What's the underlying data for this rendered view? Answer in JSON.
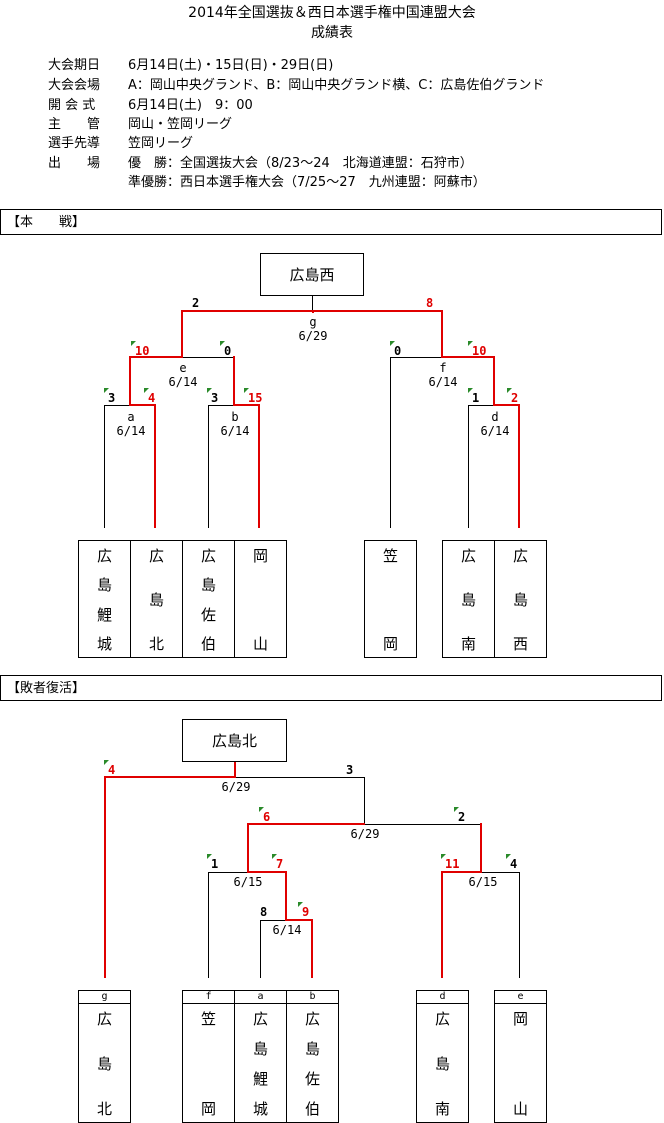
{
  "header": {
    "title": "2014年全国選抜＆西日本選手権中国連盟大会",
    "subtitle": "成績表"
  },
  "info": [
    {
      "label": "大会期日",
      "value": "6月14日(土)・15日(日)・29日(日)"
    },
    {
      "label": "大会会場",
      "value": "A：岡山中央グランド、B：岡山中央グランド横、C：広島佐伯グランド"
    },
    {
      "label": "開 会 式",
      "value": "6月14日(土)　9：00"
    },
    {
      "label": "主　　管",
      "value": "岡山・笠岡リーグ"
    },
    {
      "label": "選手先導",
      "value": "笠岡リーグ"
    },
    {
      "label": "出　　場",
      "value": "優　勝：全国選抜大会（8/23～24　北海道連盟：石狩市）"
    },
    {
      "label": "",
      "value": "準優勝：西日本選手権大会（7/25～27　九州連盟：阿蘇市）"
    }
  ],
  "main": {
    "section_label": "【本　　戦】",
    "champion": "広島西",
    "teams": [
      "広島鯉城",
      "広島北",
      "広島佐伯",
      "岡山",
      "笠岡",
      "広島南",
      "広島西"
    ],
    "matches": [
      {
        "id": "a",
        "date": "6/14",
        "left_score": "3",
        "right_score": "4"
      },
      {
        "id": "b",
        "date": "6/14",
        "left_score": "3",
        "right_score": "15"
      },
      {
        "id": "d",
        "date": "6/14",
        "left_score": "1",
        "right_score": "2"
      },
      {
        "id": "e",
        "date": "6/14",
        "left_score": "10",
        "right_score": "0"
      },
      {
        "id": "f",
        "date": "6/14",
        "left_score": "0",
        "right_score": "10"
      },
      {
        "id": "g",
        "date": "6/29",
        "left_score": "2",
        "right_score": "8"
      }
    ]
  },
  "losers": {
    "section_label": "【敗者復活】",
    "champion": "広島北",
    "teams": [
      {
        "slot": "g",
        "name": "広島北"
      },
      {
        "slot": "f",
        "name": "笠岡"
      },
      {
        "slot": "a",
        "name": "広島鯉城"
      },
      {
        "slot": "b",
        "name": "広島佐伯"
      },
      {
        "slot": "d",
        "name": "広島南"
      },
      {
        "slot": "e",
        "name": "岡山"
      }
    ],
    "matches": [
      {
        "date": "6/14",
        "left_score": "8",
        "right_score": "9"
      },
      {
        "date": "6/15",
        "left_score": "1",
        "right_score": "7"
      },
      {
        "date": "6/15",
        "left_score": "11",
        "right_score": "4"
      },
      {
        "date": "6/29",
        "left_score": "6",
        "right_score": "2"
      },
      {
        "date": "6/29",
        "left_score": "4",
        "right_score": "3"
      }
    ]
  },
  "colors": {
    "winner_line": "#e00000",
    "flag": "#2a8a2a"
  }
}
